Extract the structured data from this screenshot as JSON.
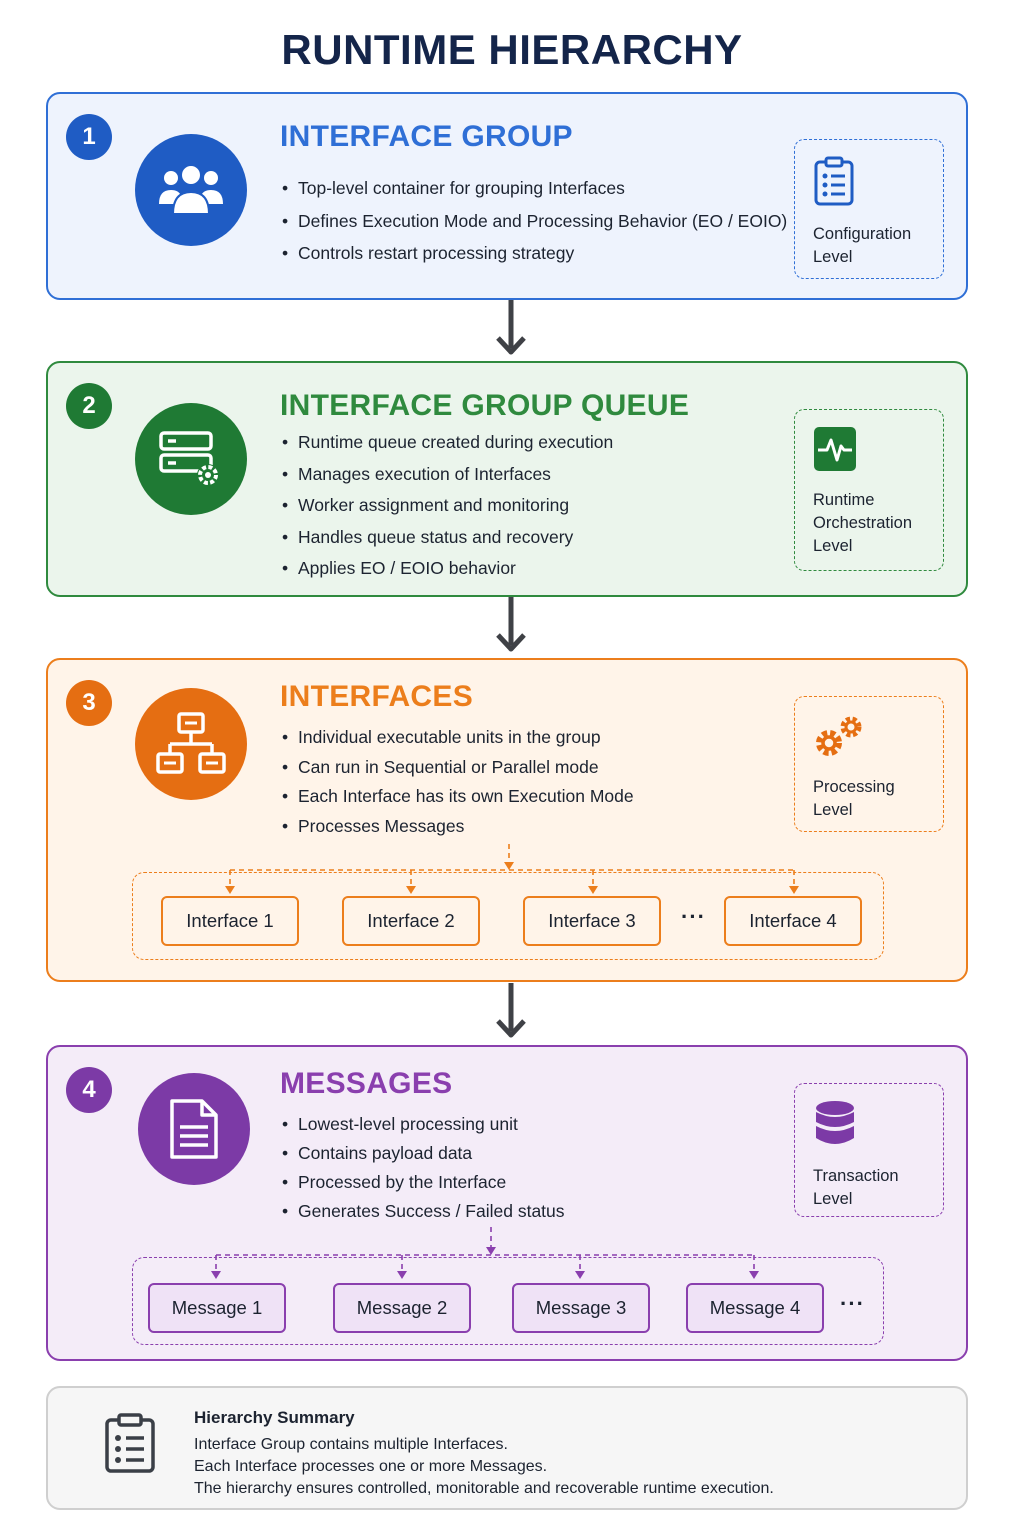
{
  "title": "RUNTIME HIERARCHY",
  "colors": {
    "blue": "#2f6fd6",
    "blue_dark": "#1f5cc4",
    "green": "#2f8a3e",
    "green_dark": "#1f7a34",
    "orange": "#ec7e1c",
    "orange_dark": "#e56e12",
    "purple": "#8a3fae",
    "purple_dark": "#7c3aa6",
    "arrow": "#3f4146"
  },
  "sections": [
    {
      "number": "1",
      "title": "INTERFACE GROUP",
      "icon": "users-icon",
      "bullets": [
        "Top-level container for grouping Interfaces",
        "Defines Execution Mode and Processing Behavior (EO / EOIO)",
        "Controls restart processing strategy"
      ],
      "level": {
        "icon": "clipboard-icon",
        "text": "Configuration\nLevel"
      }
    },
    {
      "number": "2",
      "title": "INTERFACE GROUP QUEUE",
      "icon": "server-gear-icon",
      "bullets": [
        "Runtime queue created during execution",
        "Manages execution of Interfaces",
        "Worker assignment and monitoring",
        "Handles queue status and recovery",
        "Applies EO / EOIO behavior"
      ],
      "level": {
        "icon": "pulse-icon",
        "text": "Runtime\nOrchestration\nLevel"
      }
    },
    {
      "number": "3",
      "title": "INTERFACES",
      "icon": "hierarchy-icon",
      "bullets": [
        "Individual executable units in the group",
        "Can run in Sequential or Parallel mode",
        "Each Interface has its own Execution Mode",
        "Processes Messages"
      ],
      "level": {
        "icon": "gears-icon",
        "text": "Processing\nLevel"
      },
      "items": [
        "Interface 1",
        "Interface 2",
        "Interface 3",
        "Interface 4"
      ],
      "ellipsis": "···"
    },
    {
      "number": "4",
      "title": "MESSAGES",
      "icon": "document-icon",
      "bullets": [
        "Lowest-level processing unit",
        "Contains payload data",
        "Processed by the Interface",
        "Generates Success / Failed status"
      ],
      "level": {
        "icon": "database-icon",
        "text": "Transaction\nLevel"
      },
      "items": [
        "Message 1",
        "Message 2",
        "Message 3",
        "Message 4"
      ],
      "ellipsis": "···"
    }
  ],
  "summary": {
    "icon": "clipboard-icon",
    "title": "Hierarchy Summary",
    "lines": [
      "Interface Group contains multiple Interfaces.",
      "Each Interface processes one or more Messages.",
      "The hierarchy ensures controlled, monitorable and recoverable runtime execution."
    ]
  }
}
